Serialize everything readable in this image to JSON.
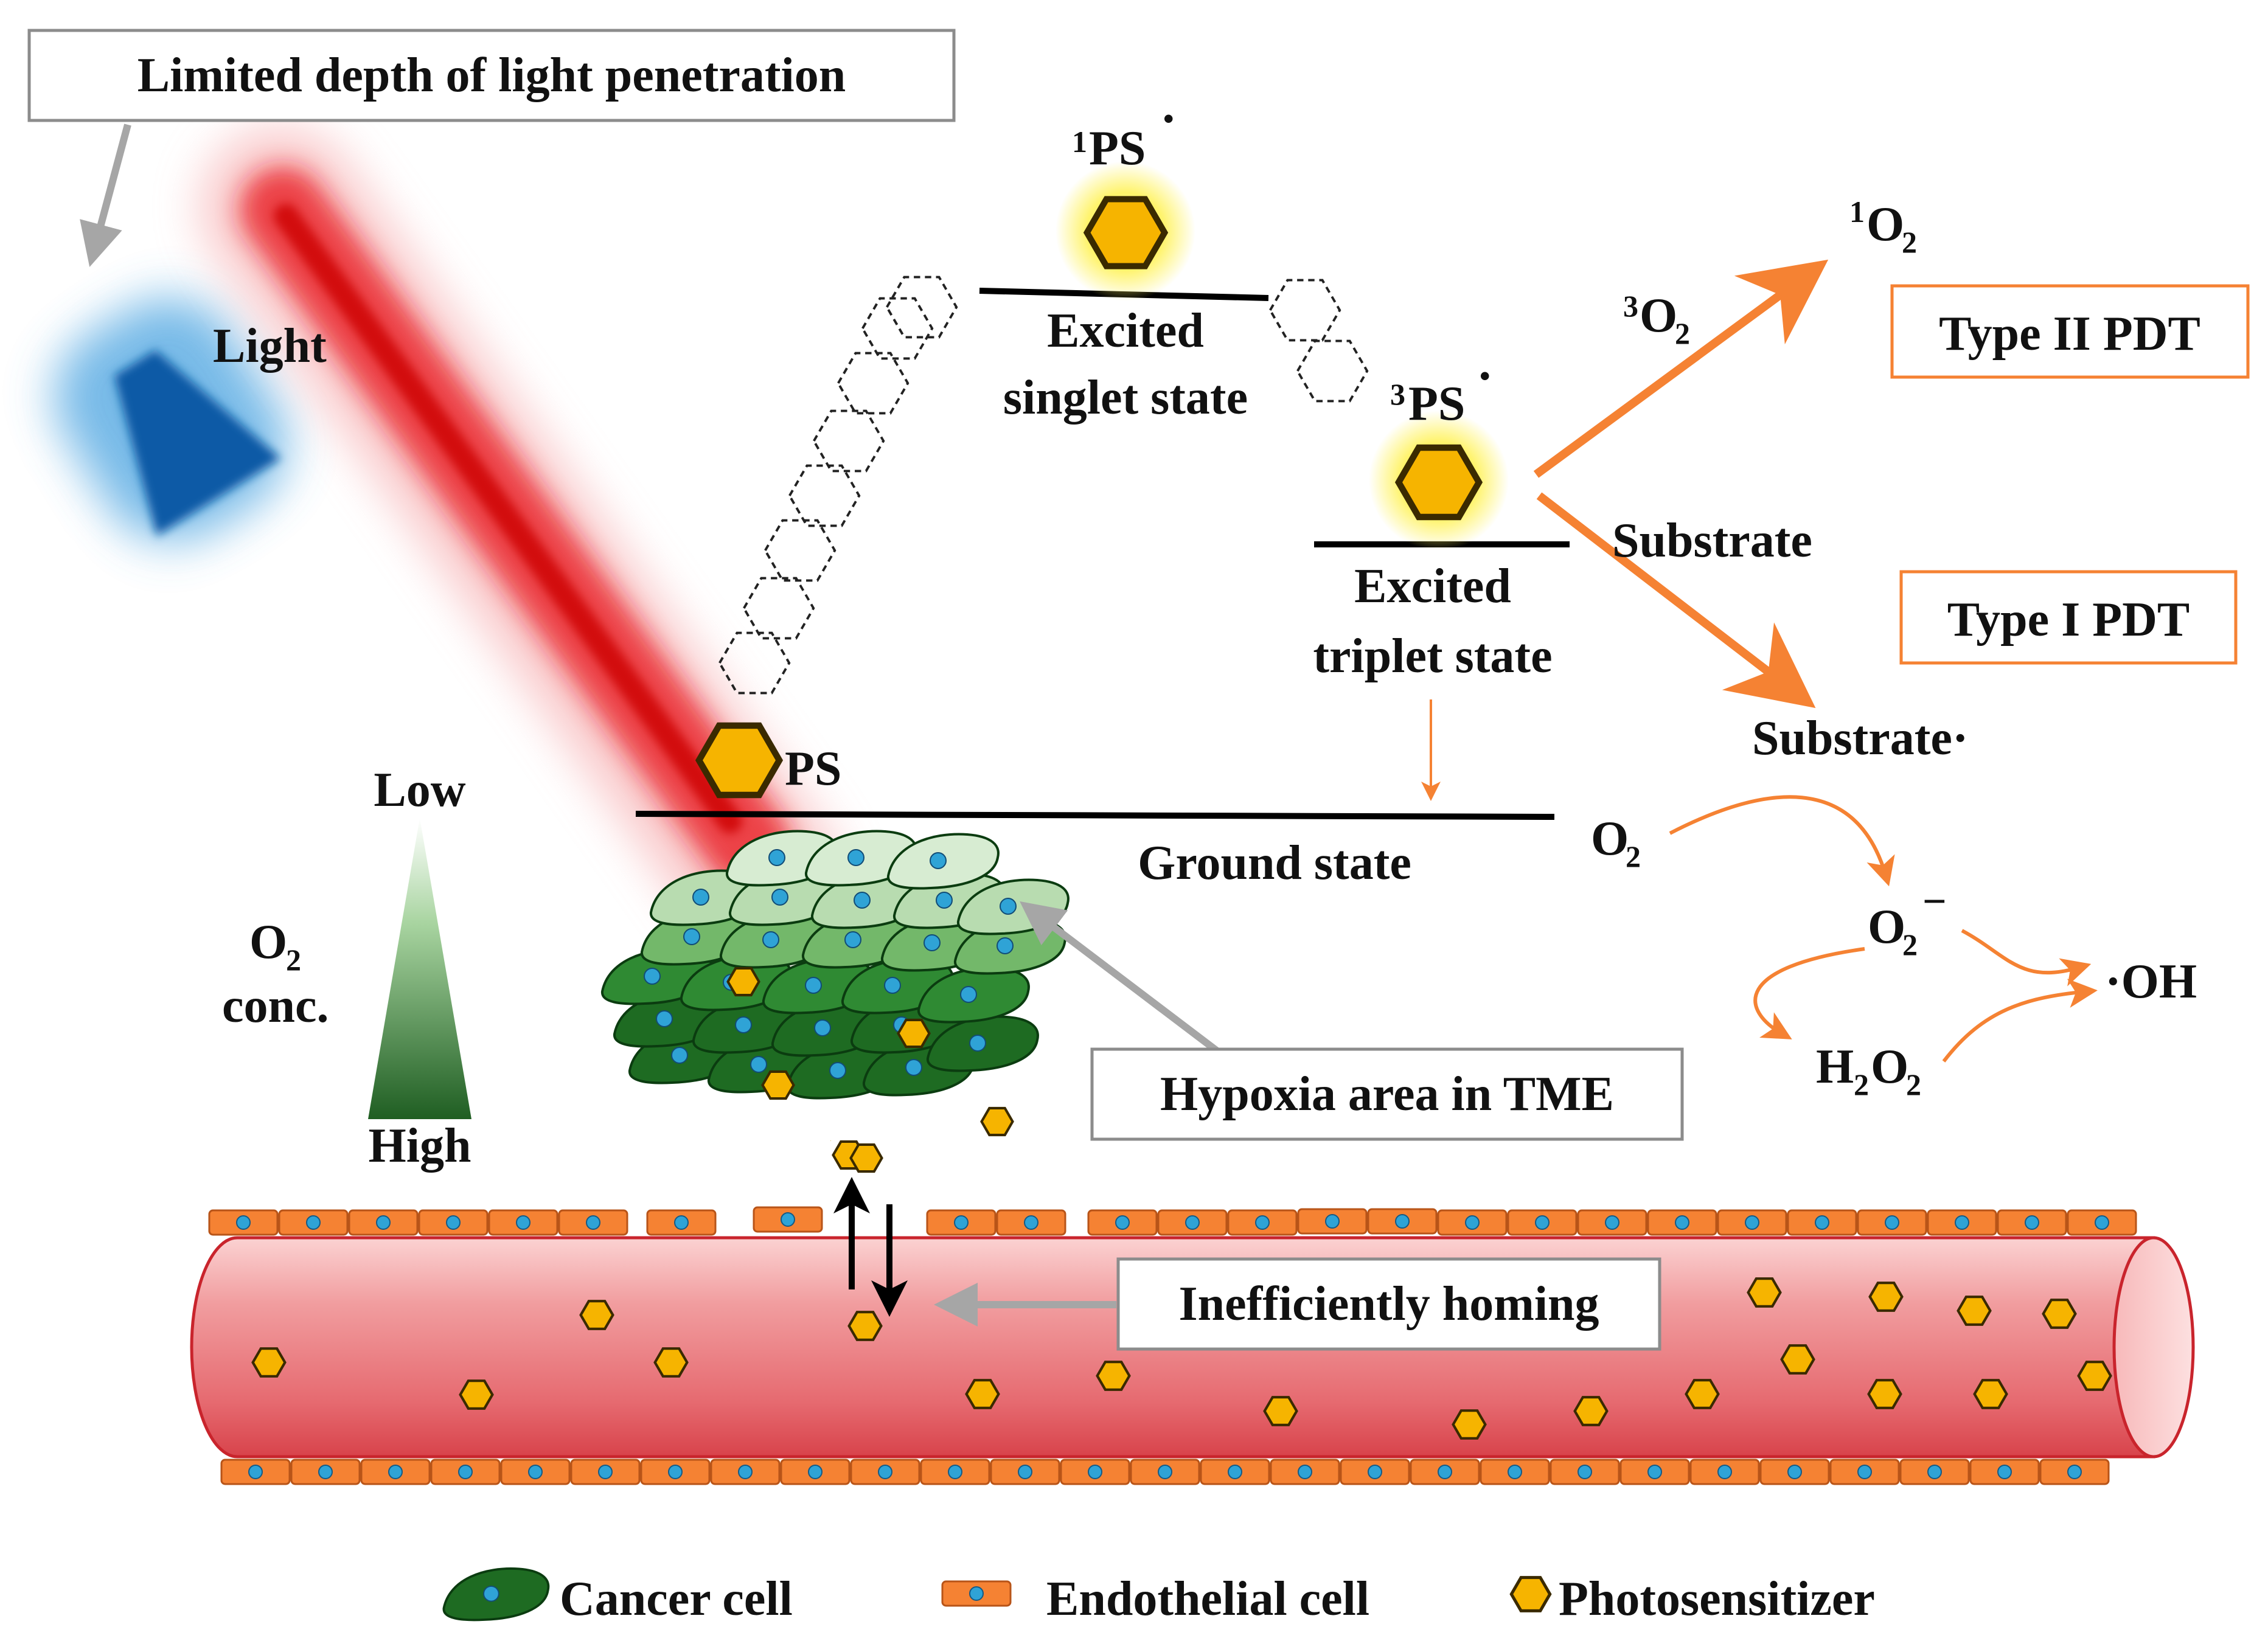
{
  "callouts": {
    "light_depth": "Limited depth of light penetration",
    "hypoxia": "Hypoxia area in TME",
    "homing": "Inefficiently homing"
  },
  "light": "Light",
  "states": {
    "ground": "Ground state",
    "singlet_line1": "Excited",
    "singlet_line2": "singlet state",
    "triplet_line1": "Excited",
    "triplet_line2": "triplet state"
  },
  "ps_labels": {
    "ground": "PS",
    "singlet_sup": "1",
    "singlet": "PS",
    "triplet_sup": "3",
    "triplet": "PS",
    "radical_dot": "•"
  },
  "reactions": {
    "o2_triplet_sup": "3",
    "o2_triplet": "O",
    "o2_singlet_sup": "1",
    "o2_singlet": "O",
    "sub2": "2",
    "substrate": "Substrate",
    "substrate_radical": "Substrate·",
    "o2": "O",
    "superoxide": "O",
    "superoxide_charge": "−",
    "hydroxyl": "·OH",
    "h2o2_h": "H",
    "h2o2_o": "O",
    "type2": "Type II PDT",
    "type1": "Type I PDT"
  },
  "o2_scale": {
    "low": "Low",
    "high": "High",
    "label_o": "O",
    "label_sub": "2",
    "label_conc": "conc."
  },
  "legend": {
    "cancer": "Cancer cell",
    "endothelial": "Endothelial cell",
    "photosensitizer": "Photosensitizer"
  },
  "colors": {
    "orange_arrow": "#f58233",
    "ps_fill": "#f6b400",
    "ps_glow": "#fff25a",
    "laser": "#e8141b",
    "vessel": "#e8747a",
    "endothelial": "#f58233",
    "nucleus": "#2fa3d6",
    "cancer_dark": "#1e6b22",
    "cancer_light": "#d7ecd2",
    "callout_border": "#8c8c8c"
  },
  "icons": [
    "hexagon-photosensitizer-icon",
    "cancer-cell-icon",
    "endothelial-cell-icon",
    "light-source-icon"
  ]
}
